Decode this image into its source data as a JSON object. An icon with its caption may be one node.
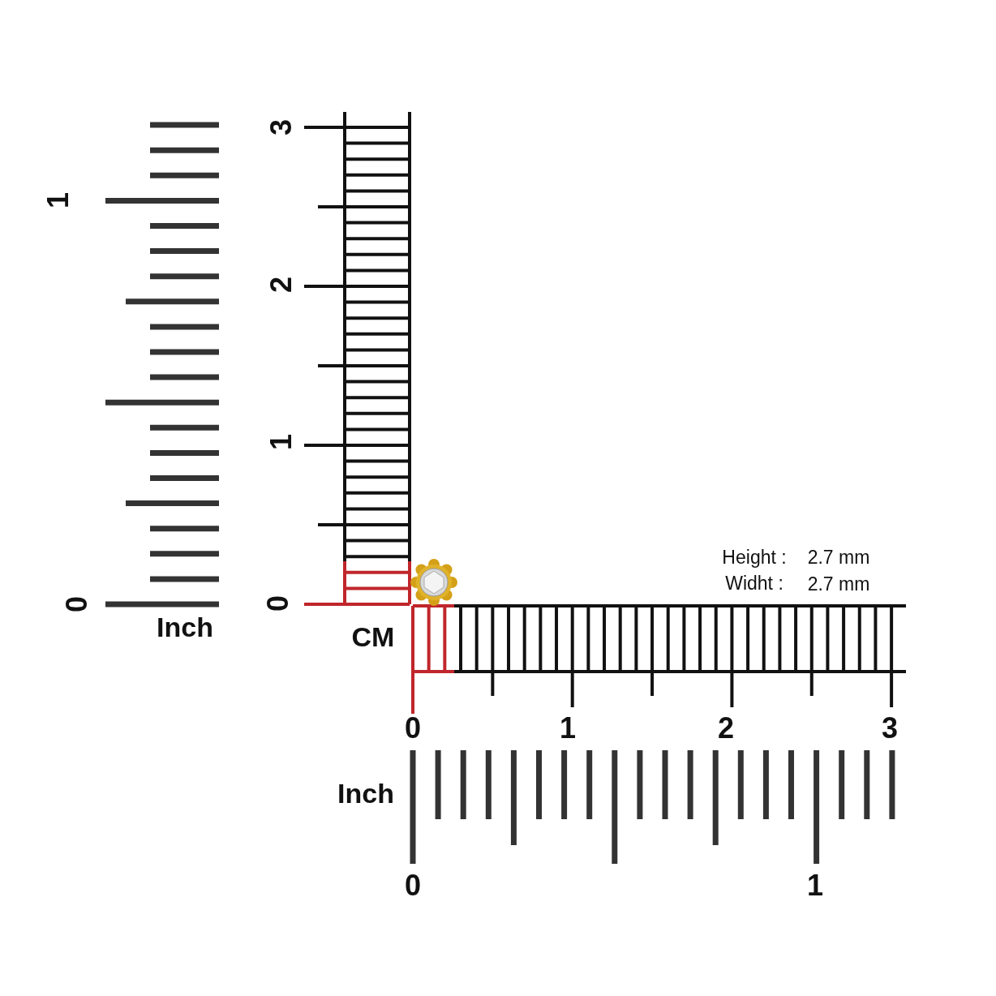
{
  "diagram": {
    "labels": [
      "3",
      "1",
      "2",
      "1",
      "Height :",
      "2.7 mm",
      "Widht :",
      "2.7 mm",
      "0",
      "0",
      "Inch",
      "CM",
      "0",
      "1",
      "2",
      "3",
      "Inch",
      "0",
      "1"
    ]
  }
}
